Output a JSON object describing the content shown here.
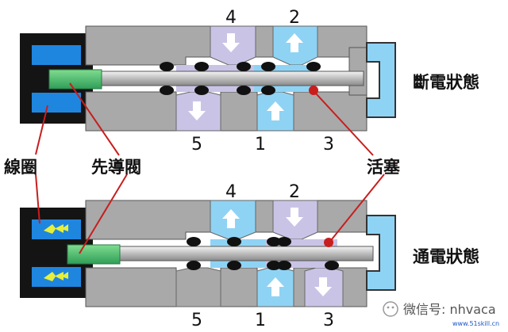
{
  "labels": {
    "coil": "線圈",
    "pilot_valve": "先導閥",
    "piston": "活塞",
    "state_off": "斷電狀態",
    "state_on": "通電狀態"
  },
  "ports_top": {
    "p4": "4",
    "p2": "2",
    "p5": "5",
    "p1": "1",
    "p3": "3"
  },
  "ports_bottom": {
    "p4": "4",
    "p2": "2",
    "p5": "5",
    "p1": "1",
    "p3": "3"
  },
  "watermark": {
    "text": "微信号: nhvaca",
    "site": "www.51skill.cn"
  },
  "colors": {
    "body_gray": "#a9a9a9",
    "flow_blue": "#8fd3f4",
    "exhaust_lavender": "#c9c4e6",
    "coil_blue": "#1f86e0",
    "pilot_green": "#3fb36b",
    "red": "#c81e1e"
  }
}
